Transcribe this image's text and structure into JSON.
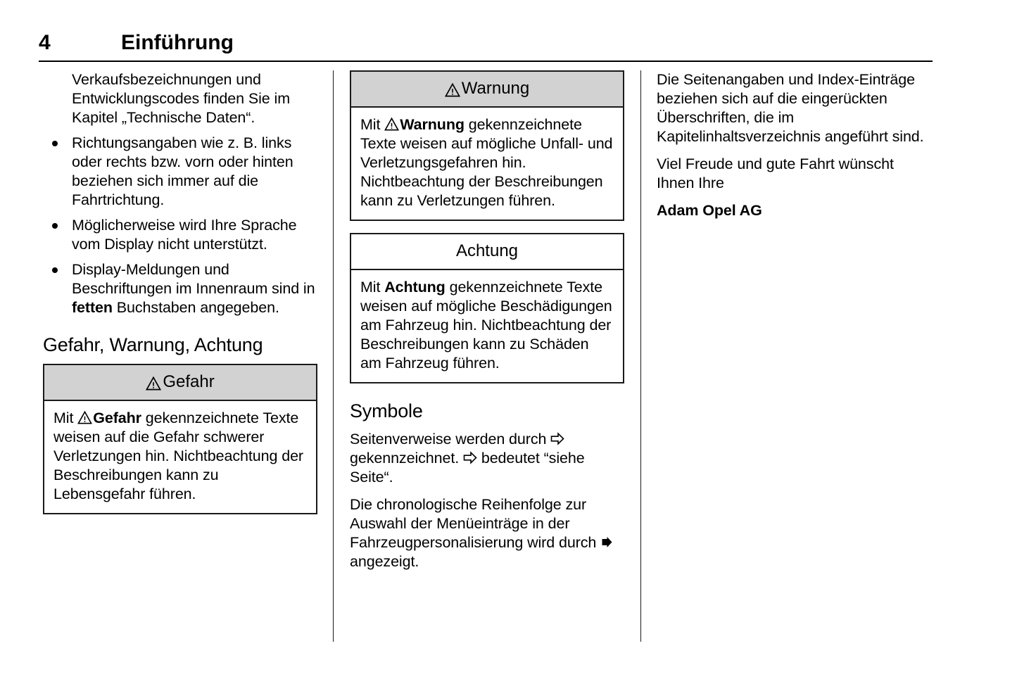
{
  "header": {
    "page_number": "4",
    "chapter_title": "Einführung"
  },
  "column_left": {
    "intro_paragraph": "Verkaufsbezeichnungen und Entwicklungscodes finden Sie im Kapitel „Technische Daten“.",
    "bullets": [
      "Richtungsangaben wie z. B. links oder rechts bzw. vorn oder hinten beziehen sich immer auf die Fahrtrichtung.",
      "Möglicherweise wird Ihre Sprache vom Display nicht unterstützt.",
      "Display-Meldungen und Beschriftungen im Innenraum sind in fetten Buchstaben angegeben."
    ],
    "bullet_3_prefix": "Display-Meldungen und Beschriftungen im Innenraum sind in ",
    "bullet_3_bold": "fetten",
    "bullet_3_suffix": " Buchstaben angegeben.",
    "section_heading": "Gefahr, Warnung, Achtung",
    "danger_box": {
      "icon": "warning-triangle-icon",
      "title": "Gefahr",
      "body_prefix": "Mit ",
      "body_bold": "Gefahr",
      "body_suffix": " gekennzeichnete Texte weisen auf die Gefahr schwerer Verletzungen hin. Nichtbeachtung der Beschreibungen kann zu Lebensgefahr führen."
    }
  },
  "column_middle": {
    "warning_box": {
      "icon": "warning-triangle-icon",
      "title": "Warnung",
      "body_prefix": "Mit ",
      "body_bold": "Warnung",
      "body_suffix": " gekennzeichnete Texte weisen auf mögliche Unfall- und Verletzungsgefahren hin. Nichtbeachtung der Beschreibungen kann zu Verletzungen führen."
    },
    "caution_box": {
      "title": "Achtung",
      "body_prefix": "Mit ",
      "body_bold": "Achtung",
      "body_suffix": " gekennzeichnete Texte weisen auf mögliche Beschädigungen am Fahrzeug hin. Nichtbeachtung der Beschreibungen kann zu Schäden am Fahrzeug führen."
    },
    "symbols_heading": "Symbole",
    "symbols_para_1_part_1": "Seitenverweise werden durch ",
    "symbols_para_1_part_2": " gekennzeichnet. ",
    "symbols_para_1_part_3": " bedeutet “siehe Seite“.",
    "symbols_para_2_part_1": "Die chronologische Reihenfolge zur Auswahl der Menüeinträge in der Fahrzeugpersonalisierung wird durch ",
    "symbols_para_2_part_2": " angezeigt.",
    "icon_hollow_arrow": "hollow-right-arrow-icon",
    "icon_solid_arrow": "solid-right-arrow-icon"
  },
  "column_right": {
    "paragraph_1": "Die Seitenangaben und Index-Einträge beziehen sich auf die eingerückten Überschriften, die im Kapitelinhaltsverzeichnis angeführt sind.",
    "paragraph_2": "Viel Freude und gute Fahrt wünscht Ihnen Ihre",
    "signature": "Adam Opel AG"
  },
  "colors": {
    "shaded_header": "#d2d2d2",
    "border": "#1a1a1a",
    "text": "#000000",
    "background": "#ffffff"
  }
}
